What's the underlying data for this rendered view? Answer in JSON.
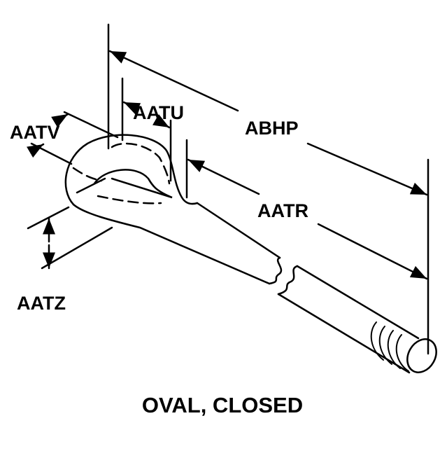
{
  "diagram": {
    "caption": "OVAL, CLOSED",
    "dimensions": {
      "abhp": "ABHP",
      "aatr": "AATR",
      "aatu": "AATU",
      "aatv": "AATV",
      "aatz": "AATZ"
    },
    "colors": {
      "ink": "#000000",
      "background": "#ffffff"
    }
  }
}
